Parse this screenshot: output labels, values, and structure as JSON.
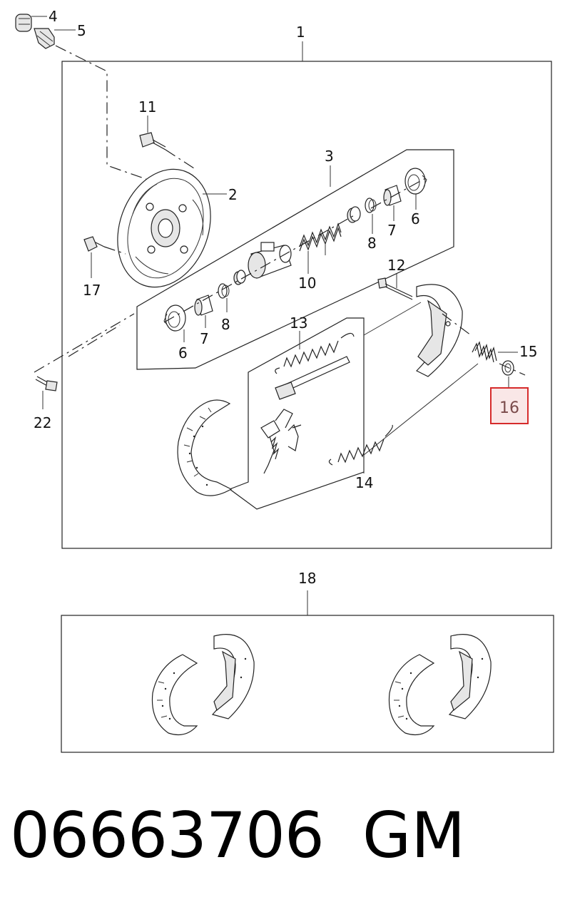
{
  "callouts": {
    "c1": "1",
    "c2": "2",
    "c3": "3",
    "c4": "4",
    "c5": "5",
    "c6a": "6",
    "c6b": "6",
    "c7a": "7",
    "c7b": "7",
    "c8a": "8",
    "c8b": "8",
    "c10": "10",
    "c11": "11",
    "c12": "12",
    "c13": "13",
    "c14": "14",
    "c15": "15",
    "c16": "16",
    "c17": "17",
    "c18": "18",
    "c22": "22"
  },
  "highlight_color": "#d62b2b",
  "footer": {
    "part_number": "06663706",
    "brand": "GM"
  }
}
